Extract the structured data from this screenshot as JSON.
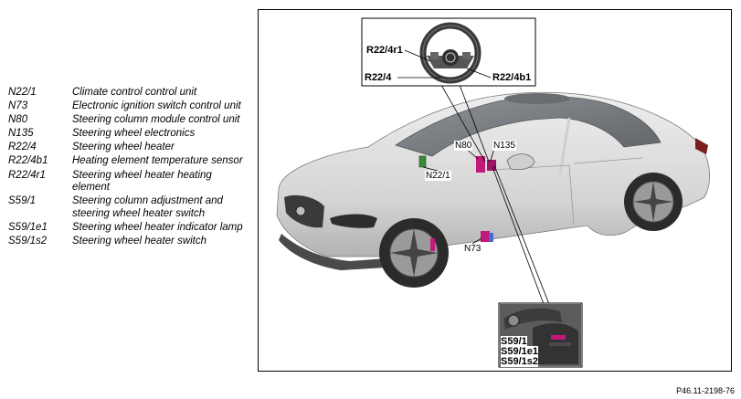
{
  "legend": [
    {
      "code": "N22/1",
      "description": "Climate control control unit"
    },
    {
      "code": "N73",
      "description": "Electronic ignition switch control unit"
    },
    {
      "code": "N80",
      "description": "Steering column module control unit"
    },
    {
      "code": "N135",
      "description": "Steering wheel electronics"
    },
    {
      "code": "R22/4",
      "description": "Steering wheel heater"
    },
    {
      "code": "R22/4b1",
      "description": "Heating element temperature sensor"
    },
    {
      "code": "R22/4r1",
      "description": "Steering wheel heater heating element"
    },
    {
      "code": "S59/1",
      "description": "Steering column adjustment and steering wheel heater switch"
    },
    {
      "code": "S59/1e1",
      "description": "Steering wheel heater indicator lamp"
    },
    {
      "code": "S59/1s2",
      "description": "Steering wheel heater switch"
    }
  ],
  "diagram": {
    "callouts": {
      "n80": "N80",
      "n135": "N135",
      "n22_1": "N22/1",
      "n73": "N73"
    },
    "inset_top": {
      "r22_4r1": "R22/4r1",
      "r22_4": "R22/4",
      "r22_4b1": "R22/4b1"
    },
    "inset_bottom": {
      "s59_1": "S59/1",
      "s59_1e1": "S59/1e1",
      "s59_1s2": "S59/1s2"
    }
  },
  "reference": "P46.11-2198-76",
  "colors": {
    "car_body": "#d9d9d9",
    "component_magenta": "#c2187a",
    "component_green": "#3a8a3a"
  }
}
